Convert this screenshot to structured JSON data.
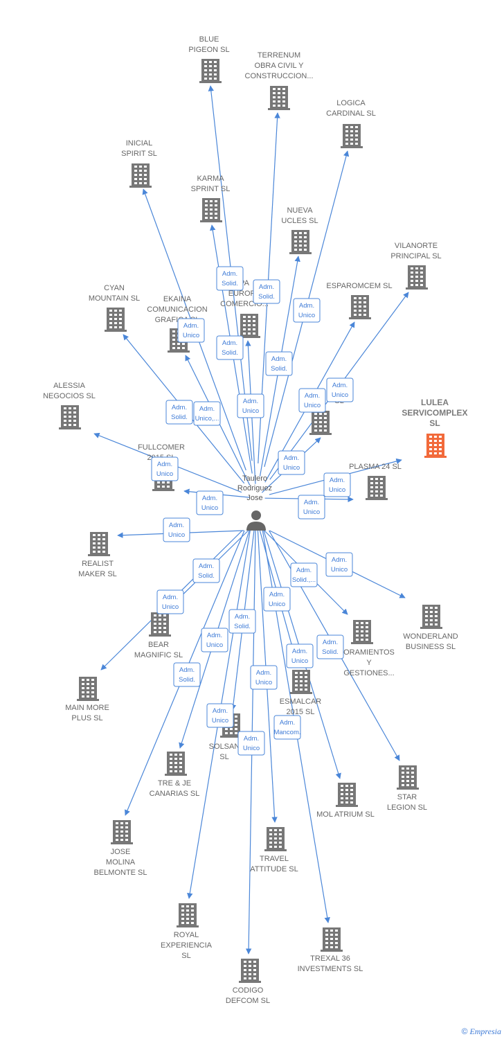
{
  "colors": {
    "edge": "#4a86d8",
    "building": "#777777",
    "highlight": "#f26a3b",
    "role_text": "#3d7ad6"
  },
  "person": {
    "icon": "person-icon",
    "label": [
      "Taulero",
      "Rodriguez",
      "Jose"
    ]
  },
  "brand": {
    "copyright": "©",
    "name": "Empresia"
  },
  "companies": [
    {
      "id": "blue-pigeon",
      "label": [
        "BLUE",
        "PIGEON  SL"
      ]
    },
    {
      "id": "terrenum",
      "label": [
        "TERRENUM",
        "OBRA CIVIL Y",
        "CONSTRUCCION..."
      ]
    },
    {
      "id": "logica-cardinal",
      "label": [
        "LOGICA",
        "CARDINAL  SL"
      ]
    },
    {
      "id": "inicial-spirit",
      "label": [
        "INICIAL",
        "SPIRIT  SL"
      ]
    },
    {
      "id": "karma-sprint",
      "label": [
        "KARMA",
        "SPRINT  SL"
      ]
    },
    {
      "id": "nueva-ucles",
      "label": [
        "NUEVA",
        "UCLES  SL"
      ]
    },
    {
      "id": "vilanorte",
      "label": [
        "VILANORTE",
        "PRINCIPAL  SL"
      ]
    },
    {
      "id": "esparomcem",
      "label": [
        "ESPAROMCEM SL"
      ]
    },
    {
      "id": "pa-europe",
      "label": [
        "PA",
        "EUROPE",
        "COMERCIO..."
      ]
    },
    {
      "id": "cyan-mountain",
      "label": [
        "CYAN",
        "MOUNTAIN  SL"
      ]
    },
    {
      "id": "ekaina",
      "label": [
        "EKAINA",
        "COMUNICACION",
        "GRAFICA SL"
      ]
    },
    {
      "id": "alessia",
      "label": [
        "ALESSIA",
        "NEGOCIOS  SL"
      ]
    },
    {
      "id": "lulea",
      "label": [
        "LULEA",
        "SERVICOMPLEX",
        "SL"
      ],
      "highlight": true
    },
    {
      "id": "unnamed-mid",
      "label": [
        "SL"
      ]
    },
    {
      "id": "fullcomer",
      "label": [
        "FULLCOMER",
        "2015  SL"
      ]
    },
    {
      "id": "plasma24",
      "label": [
        "PLASMA 24 SL"
      ]
    },
    {
      "id": "realist-maker",
      "label": [
        "REALIST",
        "MAKER  SL"
      ]
    },
    {
      "id": "wonderland",
      "label": [
        "WONDERLAND",
        "BUSINESS  SL"
      ]
    },
    {
      "id": "bear-magnific",
      "label": [
        "BEAR",
        "MAGNIFIC  SL"
      ]
    },
    {
      "id": "oramientos",
      "label": [
        "ORAMIENTOS",
        "Y",
        "GESTIONES..."
      ]
    },
    {
      "id": "main-more-plus",
      "label": [
        "MAIN MORE",
        "PLUS  SL"
      ]
    },
    {
      "id": "esmalcar",
      "label": [
        "ESMALCAR",
        "2015  SL"
      ]
    },
    {
      "id": "solsan",
      "label": [
        "SOLSAN",
        "SL"
      ]
    },
    {
      "id": "tre-je",
      "label": [
        "TRE & JE",
        "CANARIAS  SL"
      ]
    },
    {
      "id": "star-legion",
      "label": [
        "STAR",
        "LEGION  SL"
      ]
    },
    {
      "id": "mol-atrium",
      "label": [
        "MOL ATRIUM  SL"
      ]
    },
    {
      "id": "jose-molina",
      "label": [
        "JOSE",
        "MOLINA",
        "BELMONTE  SL"
      ]
    },
    {
      "id": "travel-attitude",
      "label": [
        "TRAVEL",
        "ATTITUDE  SL"
      ]
    },
    {
      "id": "royal-experiencia",
      "label": [
        "ROYAL",
        "EXPERIENCIA",
        "SL"
      ]
    },
    {
      "id": "trexal36",
      "label": [
        "TREXAL 36",
        "INVESTMENTS SL"
      ]
    },
    {
      "id": "codigo-defcom",
      "label": [
        "CODIGO",
        "DEFCOM  SL"
      ]
    }
  ],
  "roles": [
    {
      "target": "karma-sprint",
      "text": [
        "Adm.",
        "Solid."
      ]
    },
    {
      "target": "terrenum",
      "text": [
        "Adm.",
        "Solid."
      ]
    },
    {
      "target": "nueva-ucles",
      "text": [
        "Adm.",
        "Unico"
      ]
    },
    {
      "target": "ekaina",
      "text": [
        "Adm.",
        "Unico"
      ]
    },
    {
      "target": "pa-europe",
      "text": [
        "Adm.",
        "Solid."
      ]
    },
    {
      "target": "logica-cardinal",
      "text": [
        "Adm.",
        "Solid."
      ]
    },
    {
      "target": "cyan-mountain",
      "text": [
        "Adm.",
        "Solid."
      ]
    },
    {
      "target": "inicial-spirit",
      "text": [
        "Adm.",
        "Unico,..."
      ]
    },
    {
      "target": "blue-pigeon",
      "text": [
        "Adm.",
        "Unico"
      ]
    },
    {
      "target": "esparomcem",
      "text": [
        "Adm.",
        "Unico"
      ]
    },
    {
      "target": "vilanorte",
      "text": [
        "Adm.",
        "Unico"
      ]
    },
    {
      "target": "alessia",
      "text": [
        "Adm.",
        "Unico"
      ]
    },
    {
      "target": "unnamed-mid",
      "text": [
        "Adm.",
        "Unico"
      ]
    },
    {
      "target": "lulea",
      "text": [
        "Adm.",
        "Unico"
      ]
    },
    {
      "target": "fullcomer",
      "text": [
        "Adm.",
        "Unico"
      ]
    },
    {
      "target": "plasma24",
      "text": [
        "Adm.",
        "Unico"
      ]
    },
    {
      "target": "realist-maker",
      "text": [
        "Adm.",
        "Unico"
      ]
    },
    {
      "target": "wonderland",
      "text": [
        "Adm.",
        "Unico"
      ]
    },
    {
      "target": "bear-magnific",
      "text": [
        "Adm.",
        "Solid."
      ]
    },
    {
      "target": "oramientos",
      "text": [
        "Adm.",
        "Solid.,..."
      ]
    },
    {
      "target": "main-more-plus",
      "text": [
        "Adm.",
        "Unico"
      ]
    },
    {
      "target": "esmalcar",
      "text": [
        "Adm.",
        "Unico"
      ]
    },
    {
      "target": "solsan",
      "text": [
        "Adm.",
        "Solid."
      ]
    },
    {
      "target": "tre-je",
      "text": [
        "Adm.",
        "Unico"
      ]
    },
    {
      "target": "star-legion",
      "text": [
        "Adm.",
        "Solid."
      ]
    },
    {
      "target": "mol-atrium",
      "text": [
        "Adm.",
        "Unico"
      ]
    },
    {
      "target": "jose-molina",
      "text": [
        "Adm.",
        "Solid."
      ]
    },
    {
      "target": "travel-attitude",
      "text": [
        "Adm.",
        "Unico"
      ]
    },
    {
      "target": "royal-experiencia",
      "text": [
        "Adm.",
        "Unico"
      ]
    },
    {
      "target": "trexal36",
      "text": [
        "Adm.",
        "Mancom."
      ]
    },
    {
      "target": "codigo-defcom",
      "text": [
        "Adm.",
        "Unico"
      ]
    }
  ]
}
